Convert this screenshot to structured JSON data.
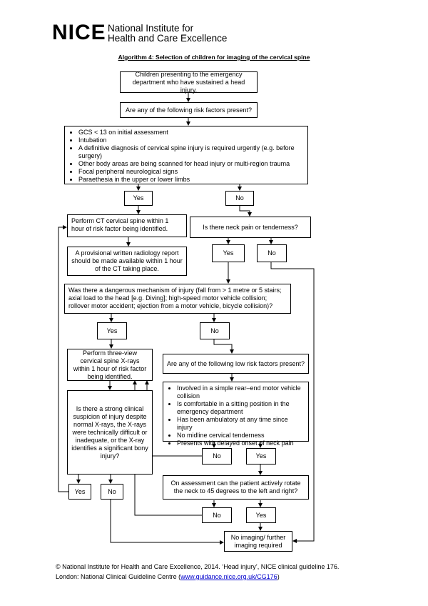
{
  "header": {
    "logo_word": "NICE",
    "logo_line1": "National Institute for",
    "logo_line2": "Health and Care Excellence",
    "title": "Algorithm 4: Selection of children for imaging of the cervical spine"
  },
  "boxes": {
    "start": "Children presenting to the emergency department who have sustained a head injury.",
    "q_risk": "Are any of the following risk factors present?",
    "risk_factors": [
      "GCS < 13 on initial assessment",
      "Intubation",
      "A definitive diagnosis of cervical spine injury is required urgently (e.g. before surgery)",
      "Other body areas are being scanned for head injury or multi-region trauma",
      "Focal peripheral neurological signs",
      "Paraethesia in the upper or lower limbs"
    ],
    "yes1": "Yes",
    "no1": "No",
    "ct": "Perform CT cervical spine within 1 hour of risk factor being identified.",
    "q_neck": "Is there neck pain or tenderness?",
    "report": "A provisional written radiology report should be made available within 1 hour of the CT taking place.",
    "yes2": "Yes",
    "no2": "No",
    "q_mechanism": "Was there a dangerous mechanism of injury (fall from > 1 metre or 5 stairs; axial load to the head [e.g. Diving]; high-speed motor vehicle collision; rollover motor accident; ejection from a motor vehicle, bicycle collision)?",
    "yes3": "Yes",
    "no3": "No",
    "xray": "Perform three-view cervical spine X-rays within 1 hour of risk factor being identified.",
    "q_low": "Are any of the following low risk factors present?",
    "q_suspicion": "Is there a strong clinical suspicion of injury despite normal X-rays, the X-rays were technically difficult or inadequate, or the X-ray identifies a significant bony injury?",
    "low_factors": [
      "Involved in a simple rear–end motor vehicle collision",
      "Is comfortable in a sitting position in the emergency department",
      "Has been ambulatory at any time since injury",
      "No midline cervical tenderness",
      "Presents with delayed onset of neck pain"
    ],
    "no4": "No",
    "yes4": "Yes",
    "q_rotate": "On assessment can the patient actively rotate the neck to 45 degrees to the left and right?",
    "yes5": "Yes",
    "no5": "No",
    "no6": "No",
    "yes6": "Yes",
    "end": "No imaging/ further imaging required"
  },
  "footer": {
    "line1": "© National Institute for Health and Care Excellence, 2014. ‘Head injury’, NICE clinical guideline 176.",
    "line2_prefix": "London: National Clinical Guideline Centre (",
    "link": "www.guidance.nice.org.uk/CG176",
    "line2_suffix": ")"
  }
}
